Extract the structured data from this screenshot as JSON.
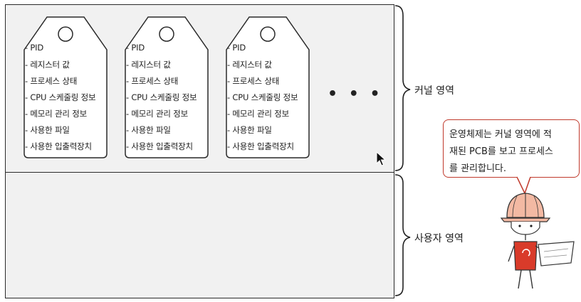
{
  "pcb_fields": [
    "- PID",
    "- 레지스터 값",
    "- 프로세스 상태",
    "- CPU 스케줄링 정보",
    "- 메모리 관리 정보",
    "- 사용한 파일",
    "- 사용한 입출력장치"
  ],
  "pcb_count": 3,
  "ellipsis": "• • •",
  "kernel_label": "커널 영역",
  "user_label": "사용자 영역",
  "speech_lines": [
    "운영체제는 커널 영역에 적",
    "재된 PCB를 보고 프로세스",
    "를 관리합니다."
  ],
  "colors": {
    "region_fill": "#f1f1f1",
    "bubble_border": "#c0392b",
    "helmet": "#f3b9a3",
    "vest": "#d93b2a"
  },
  "icons": [
    "pcb-tag-icon",
    "cursor-icon",
    "engineer-character-icon"
  ]
}
